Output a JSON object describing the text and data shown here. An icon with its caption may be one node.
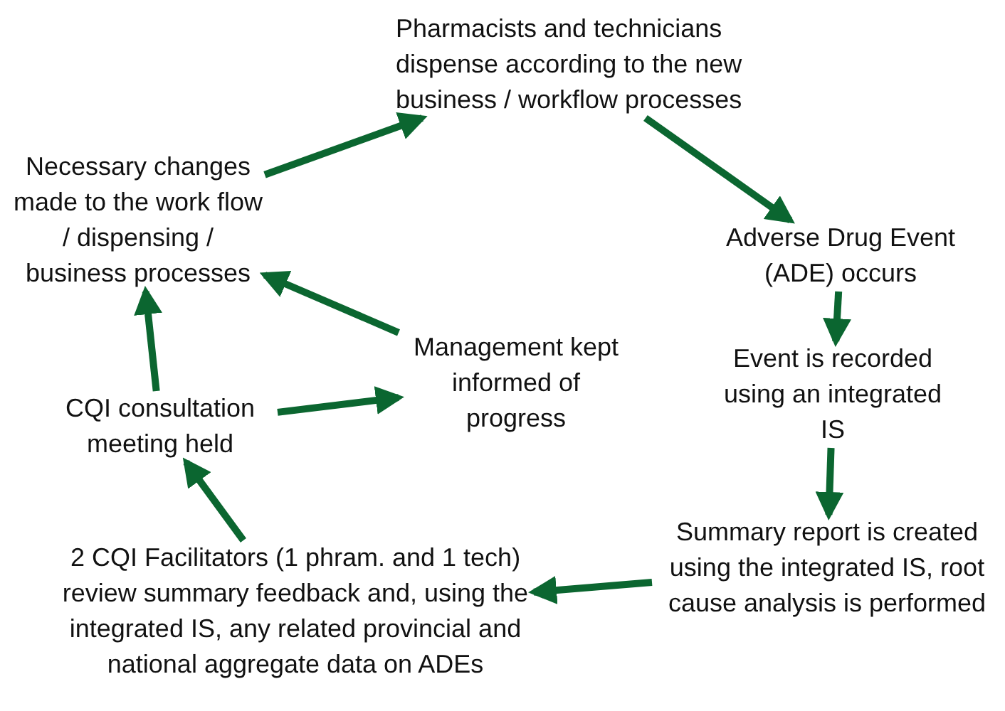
{
  "diagram": {
    "nodes": [
      {
        "text": [
          "Pharmacists and technicians dispense according to the new business / workflow processes"
        ]
      },
      {
        "text": [
          "Adverse Drug Event (ADE) occurs"
        ]
      },
      {
        "text": [
          "Event is recorded using an integrated IS"
        ]
      },
      {
        "text": [
          "Summary report is created using the integrated IS, root cause analysis is performed"
        ]
      },
      {
        "text": [
          "2 CQI Facilitators (1 phram. and 1 tech) review summary feedback and, using the integrated IS, any related provincial and national aggregate data on ADEs"
        ]
      },
      {
        "text": [
          "CQI consultation meeting held"
        ]
      },
      {
        "text": [
          "Necessary changes made to the work flow / dispensing / business processes"
        ]
      },
      {
        "text": [
          "Management kept informed of progress"
        ]
      }
    ],
    "edges": [
      {
        "from": 0,
        "to": 1,
        "arrow": "to"
      },
      {
        "from": 1,
        "to": 2,
        "arrow": "to"
      },
      {
        "from": 2,
        "to": 3,
        "arrow": "to"
      },
      {
        "from": 3,
        "to": 4,
        "arrow": "to"
      },
      {
        "from": 4,
        "to": 5,
        "arrow": "to"
      },
      {
        "from": 5,
        "to": 7,
        "arrow": "to"
      },
      {
        "from": 7,
        "to": 6,
        "arrow": "to"
      },
      {
        "from": 5,
        "to": 6,
        "arrow": "to"
      },
      {
        "from": 6,
        "to": 0,
        "arrow": "to"
      }
    ]
  }
}
